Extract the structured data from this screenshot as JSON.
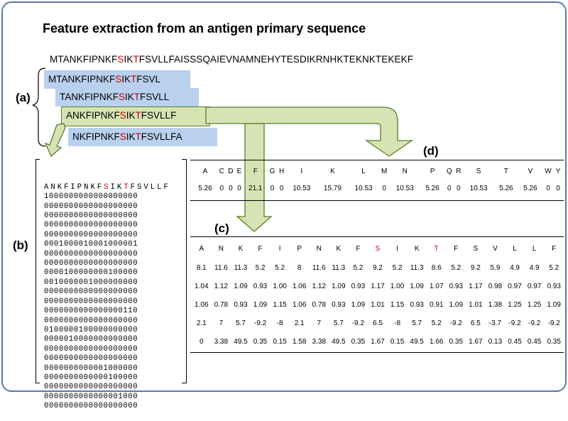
{
  "title": "Feature extraction from an antigen primary sequence",
  "sequence": {
    "before": "MTANKFIPNKF",
    "s": "S",
    "mid": "IK",
    "t": "T",
    "after": "FSVLLFAISSSQAIEVNAMNEHYTESDIKRNHKTEKNKTEKEKF"
  },
  "windows": [
    {
      "pre": "MTANKFIPNKF",
      "s": "S",
      "mid": "IK",
      "t": "T",
      "post": "FSVL"
    },
    {
      "pre": "TANKFIPNKF",
      "s": "S",
      "mid": "IK",
      "t": "T",
      "post": "FSVLL"
    },
    {
      "pre": "ANKFIPNKF",
      "s": "S",
      "mid": "IK",
      "t": "T",
      "post": "FSVLLF"
    },
    {
      "pre": "NKFIPNKF",
      "s": "S",
      "mid": "IK",
      "t": "T",
      "post": "FSVLLFA"
    }
  ],
  "labels": {
    "a": "(a)",
    "b": "(b)",
    "c": "(c)",
    "d": "(d)"
  },
  "matrix": {
    "header_pre": "ANKFIPNKF",
    "header_s": "S",
    "header_mid": "IK",
    "header_t": "T",
    "header_post": "FSVLLF",
    "rows": [
      "1000000000000000000",
      "0000000000000000000",
      "0000000000000000000",
      "0000000000000000000",
      "0000000000000000000",
      "0001000010001000001",
      "0000000000000000000",
      "0000000000000000000",
      "0000100000000100000",
      "0010000001000000000",
      "0000000000000000000",
      "0000000000000000000",
      "0000000000000000110",
      "0000000000000000000",
      "0100000100000000000",
      "0000010000000000000",
      "0000000000000000000",
      "0000000000000000000",
      "0000000000001000000",
      "0000000000000100000",
      "0000000000000000000",
      "0000000000000001000",
      "0000000000000000000"
    ]
  },
  "table_d": {
    "headers": [
      "A",
      "C",
      "D",
      "E",
      "F",
      "G",
      "H",
      "I",
      "K",
      "L",
      "M",
      "N",
      "P",
      "Q",
      "R",
      "S",
      "T",
      "V",
      "W",
      "Y"
    ],
    "values": [
      "5.26",
      "0",
      "0",
      "0",
      "21.1",
      "0",
      "0",
      "10.53",
      "15.79",
      "10.53",
      "0",
      "10.53",
      "5.26",
      "0",
      "0",
      "10.53",
      "5.26",
      "5.26",
      "0",
      "0"
    ]
  },
  "table_c": {
    "headers": [
      "A",
      "N",
      "K",
      "F",
      "I",
      "P",
      "N",
      "K",
      "F",
      "S",
      "I",
      "K",
      "T",
      "F",
      "S",
      "V",
      "L",
      "L",
      "F"
    ],
    "red_indices": [
      9,
      12
    ],
    "rows": [
      [
        "8.1",
        "11.6",
        "11.3",
        "5.2",
        "5.2",
        "8",
        "11.6",
        "11.3",
        "5.2",
        "9.2",
        "5.2",
        "11.3",
        "8.6",
        "5.2",
        "9.2",
        "5.9",
        "4.9",
        "4.9",
        "5.2"
      ],
      [
        "1.04",
        "1.12",
        "1.09",
        "0.93",
        "1.00",
        "1.06",
        "1.12",
        "1.09",
        "0.93",
        "1.17",
        "1.00",
        "1.09",
        "1.07",
        "0.93",
        "1.17",
        "0.98",
        "0.97",
        "0.97",
        "0.93"
      ],
      [
        "1.06",
        "0.78",
        "0.93",
        "1.09",
        "1.15",
        "1.06",
        "0.78",
        "0.93",
        "1.09",
        "1.01",
        "1.15",
        "0.93",
        "0.91",
        "1.09",
        "1.01",
        "1.38",
        "1.25",
        "1.25",
        "1.09"
      ],
      [
        "2.1",
        "7",
        "5.7",
        "-9.2",
        "-8",
        "2.1",
        "7",
        "5.7",
        "-9.2",
        "6.5",
        "-8",
        "5.7",
        "5.2",
        "-9.2",
        "6.5",
        "-3.7",
        "-9.2",
        "-9.2",
        "-9.2"
      ],
      [
        "0",
        "3.38",
        "49.5",
        "0.35",
        "0.15",
        "1.58",
        "3.38",
        "49.5",
        "0.35",
        "1.67",
        "0.15",
        "49.5",
        "1.66",
        "0.35",
        "1.67",
        "0.13",
        "0.45",
        "0.45",
        "0.35"
      ]
    ]
  },
  "colors": {
    "window_blue": "#b9d1ee",
    "window_green": "#d6e4b4",
    "arrow_green": "#d6e4b4",
    "arrow_stroke": "#5d7a2a",
    "highlight": "#d00000"
  }
}
